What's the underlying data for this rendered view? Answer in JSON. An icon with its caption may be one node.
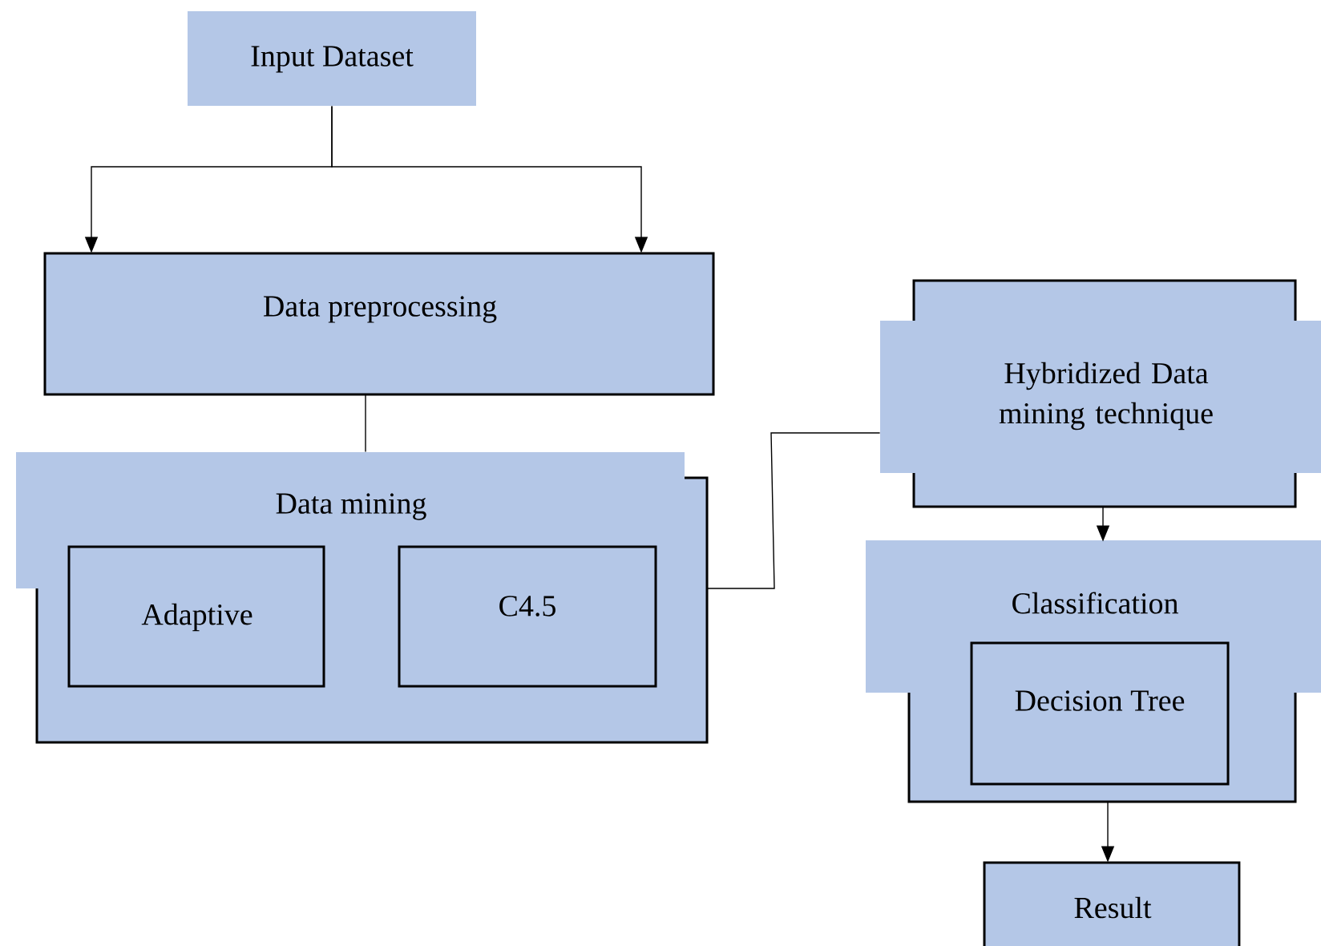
{
  "diagram": {
    "nodes": [
      {
        "text": [
          "Input Dataset"
        ]
      },
      {
        "text": [
          "Data preprocessing"
        ]
      },
      {
        "text": [
          "Data mining"
        ]
      },
      {
        "text": [
          "Adaptive"
        ],
        "in": 2
      },
      {
        "text": [
          "C4.5"
        ],
        "in": 2
      },
      {
        "text": [
          "Hybridized Data mining technique"
        ]
      },
      {
        "text": [
          "Classification"
        ]
      },
      {
        "text": [
          "Decision Tree"
        ],
        "in": 6
      },
      {
        "text": [
          "Result"
        ]
      }
    ],
    "edges": [
      {
        "from": 0,
        "to": 1,
        "arrow": "to"
      },
      {
        "from": 0,
        "to": 1,
        "arrow": "to"
      },
      {
        "from": 1,
        "to": 2,
        "arrow": "none"
      },
      {
        "from": 2,
        "to": 5,
        "arrow": "none"
      },
      {
        "from": 5,
        "to": 6,
        "arrow": "to"
      },
      {
        "from": 6,
        "to": 8,
        "arrow": "to"
      }
    ]
  }
}
